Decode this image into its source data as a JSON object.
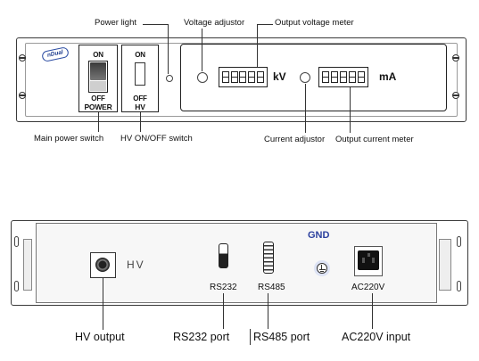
{
  "front": {
    "brand_logo": "nDual",
    "main_switch": {
      "on": "ON",
      "off": "OFF",
      "name": "POWER"
    },
    "hv_switch": {
      "on": "ON",
      "off": "OFF",
      "name": "HV"
    },
    "voltage_unit": "kV",
    "current_unit": "mA",
    "callouts": {
      "power_light": "Power light",
      "voltage_adjustor": "Voltage adjustor",
      "output_voltage_meter": "Output voltage meter",
      "main_power_switch": "Main power switch",
      "hv_switch": "HV ON/OFF switch",
      "current_adjustor": "Current adjustor",
      "output_current_meter": "Output current meter"
    }
  },
  "rear": {
    "hv_label": "HV",
    "gnd_label": "GND",
    "rs232_label": "RS232",
    "rs485_label": "RS485",
    "ac_label": "AC220V",
    "callouts": {
      "hv_output": "HV output",
      "rs232_port": "RS232 port",
      "rs485_port": "RS485 port",
      "ac_input": "AC220V input"
    }
  },
  "colors": {
    "gnd_label": "#2a3f9e",
    "gnd_circle": "#3b4fb0",
    "panel_line": "#3a3a3a"
  }
}
